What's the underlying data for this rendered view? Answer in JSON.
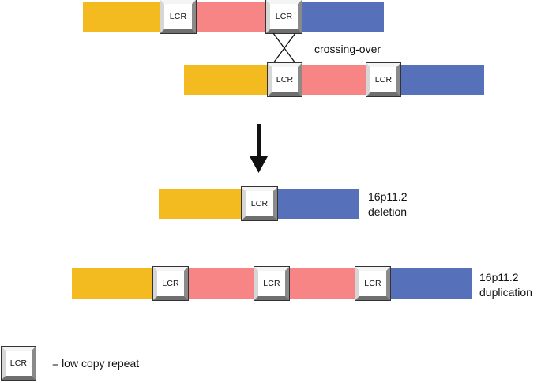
{
  "lcr_label": "LCR",
  "annotations": {
    "crossing_over": "crossing-over",
    "deletion_line1": "16p11.2",
    "deletion_line2": "deletion",
    "duplication_line1": "16p11.2",
    "duplication_line2": "duplication"
  },
  "legend": {
    "box_label": "LCR",
    "text": "= low copy repeat"
  },
  "colors": {
    "yellow_segment": "#f4bb20",
    "pink_segment": "#f88585",
    "blue_segment": "#5671ba",
    "arrow": "#111111"
  }
}
